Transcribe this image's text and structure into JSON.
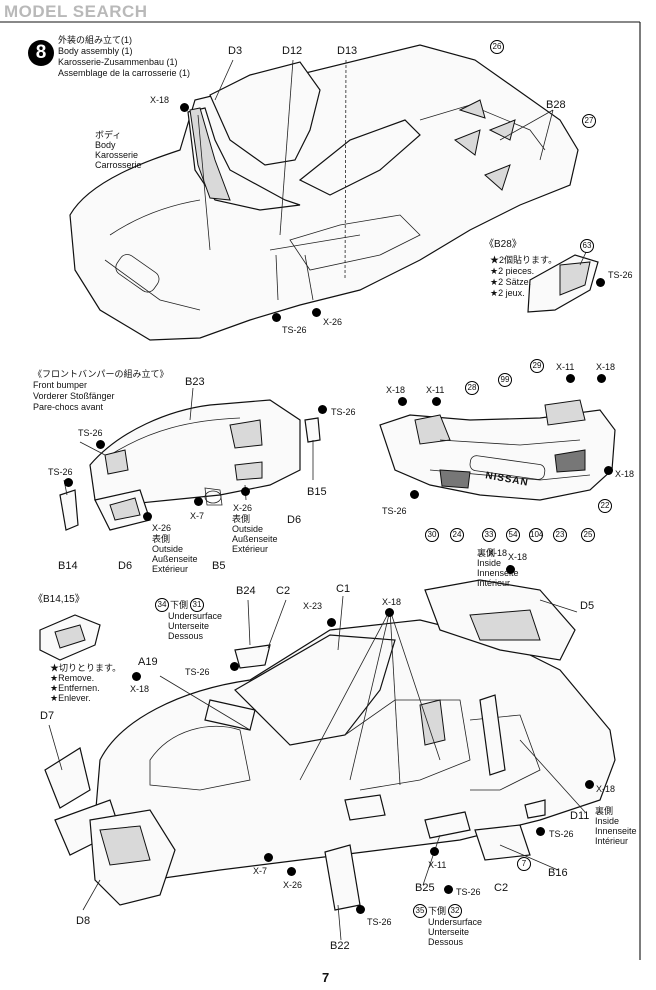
{
  "watermark": "MODEL SEARCH",
  "page_number": "7",
  "step": {
    "number": "8",
    "title_jp": "外装の組み立て(1)",
    "title_en": "Body assembly (1)",
    "title_de": "Karosserie-Zusammenbau (1)",
    "title_fr": "Assemblage de la carrosserie (1)"
  },
  "body_section": {
    "body_label_jp": "ボディ",
    "body_label_en": "Body",
    "body_label_de": "Karosserie",
    "body_label_fr": "Carrosserie",
    "parts": {
      "d3": "D3",
      "d12": "D12",
      "d13": "D13",
      "b28": "B28"
    },
    "refs": {
      "r26": "26",
      "r27": "27",
      "r63": "63"
    },
    "x18": "X-18",
    "x26": "X-26",
    "ts26": "TS-26",
    "b28_note": {
      "title": "《B28》",
      "jp": "★2個貼ります。",
      "en": "★2 pieces.",
      "de": "★2 Sätze.",
      "fr": "★2 jeux."
    },
    "ts26_right": "TS-26"
  },
  "bumper_section": {
    "title_jp": "《フロントバンパーの組み立て》",
    "title_en": "Front bumper",
    "title_de": "Vorderer Stoßfänger",
    "title_fr": "Pare-chocs avant",
    "parts": {
      "b23": "B23",
      "b15": "B15",
      "b14": "B14",
      "d6a": "D6",
      "d6b": "D6",
      "b5": "B5"
    },
    "ts26_a": "TS-26",
    "ts26_b": "TS-26",
    "ts26_c": "TS-26",
    "x26_a": "X-26",
    "x26_b": "X-26",
    "x7": "X-7",
    "outside_a": {
      "jp": "表側",
      "en": "Outside",
      "de": "Außenseite",
      "fr": "Extérieur"
    },
    "outside_b": {
      "jp": "表側",
      "en": "Outside",
      "de": "Außenseite",
      "fr": "Extérieur"
    },
    "right": {
      "x18a": "X-18",
      "x11a": "X-11",
      "r28": "28",
      "r99": "99",
      "r29": "29",
      "x11b": "X-11",
      "x18b": "X-18",
      "x18c": "X-18",
      "ts26": "TS-26",
      "r22": "22",
      "logo": "NISSAN",
      "bottom_refs": [
        "30",
        "24",
        "33",
        "54",
        "104",
        "23",
        "25"
      ]
    }
  },
  "lower_section": {
    "b1415_title": "《B14,15》",
    "cut_note": {
      "jp": "★切りとります。",
      "en": "★Remove.",
      "de": "★Entfernen.",
      "fr": "★Enlever."
    },
    "parts": {
      "b24": "B24",
      "c2a": "C2",
      "c1": "C1",
      "d5": "D5",
      "a19": "A19",
      "d7": "D7",
      "d8": "D8",
      "d11": "D11",
      "b16": "B16",
      "b25": "B25",
      "c2b": "C2",
      "b22": "B22"
    },
    "underside_top": {
      "r34": "34",
      "jp": "下側",
      "r31": "31",
      "de": "Unterseite",
      "fr": "Dessous"
    },
    "inside_top": {
      "jp": "裏側",
      "x": "X-18",
      "en": "Inside",
      "de": "Innenseite",
      "fr": "Intérieur"
    },
    "inside_d11": {
      "jp": "裏側",
      "en": "Inside",
      "de": "Innenseite",
      "fr": "Intérieur"
    },
    "underside_bottom": {
      "r35": "35",
      "jp": "下側",
      "r32": "32",
      "en": "Undersurface",
      "de": "Unterseite",
      "fr": "Dessous"
    },
    "underside_top_en": "Undersurface",
    "x23": "X-23",
    "x18_a": "X-18",
    "x18_b": "X-18",
    "x18_c": "X-18",
    "x18_d": "X-18",
    "ts26_a": "TS-26",
    "ts26_b": "TS-26",
    "ts26_c": "TS-26",
    "ts26_d": "TS-26",
    "x7": "X-7",
    "x26": "X-26",
    "x11": "X-11",
    "r7": "7"
  }
}
